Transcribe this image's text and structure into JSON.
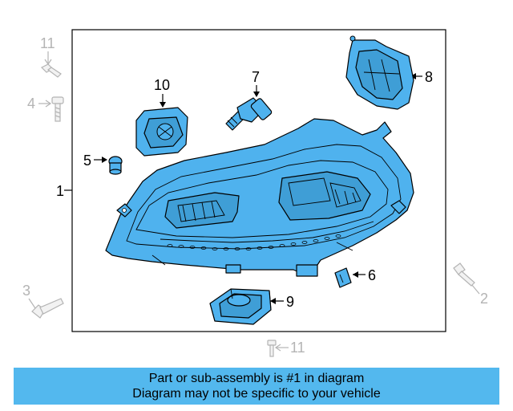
{
  "callouts": {
    "c1": "1",
    "c2": "2",
    "c3": "3",
    "c4": "4",
    "c5": "5",
    "c6": "6",
    "c7": "7",
    "c8": "8",
    "c9": "9",
    "c10": "10",
    "c11a": "11",
    "c11b": "11"
  },
  "colors": {
    "part_fill": "#4fb2ee",
    "banner_bg": "#53b8ee",
    "excluded_part": "#b4b4b4"
  },
  "banner": {
    "line1": "Part or sub-assembly is #1 in diagram",
    "line2": "Diagram may not be specific to your vehicle"
  }
}
